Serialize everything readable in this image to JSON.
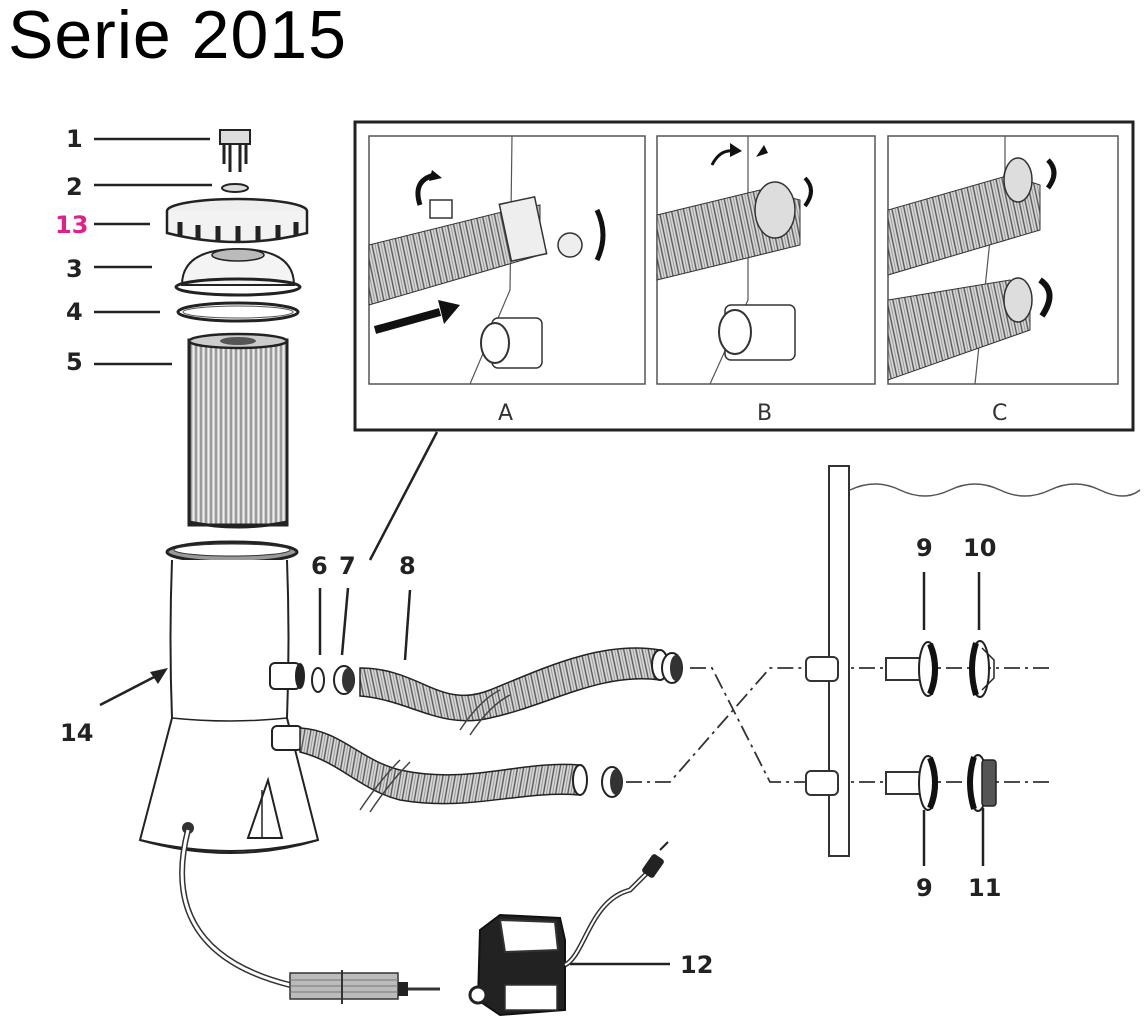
{
  "title": "Serie 2015",
  "highlight_color": "#e0208a",
  "callouts": [
    {
      "id": "1",
      "label": "1",
      "part": "drain plug"
    },
    {
      "id": "2",
      "label": "2",
      "part": "o-ring"
    },
    {
      "id": "13",
      "label": "13",
      "part": "lid nut",
      "highlighted": true
    },
    {
      "id": "3",
      "label": "3",
      "part": "filter cover"
    },
    {
      "id": "4",
      "label": "4",
      "part": "o-ring seal"
    },
    {
      "id": "5",
      "label": "5",
      "part": "filter cartridge"
    },
    {
      "id": "6",
      "label": "6",
      "part": "washer"
    },
    {
      "id": "7",
      "label": "7",
      "part": "hose clamp"
    },
    {
      "id": "8",
      "label": "8",
      "part": "hose"
    },
    {
      "id": "9a",
      "label": "9",
      "part": "strainer connector"
    },
    {
      "id": "10",
      "label": "10",
      "part": "strainer grid"
    },
    {
      "id": "9b",
      "label": "9",
      "part": "strainer connector"
    },
    {
      "id": "11",
      "label": "11",
      "part": "flow regulator"
    },
    {
      "id": "12",
      "label": "12",
      "part": "pump motor"
    },
    {
      "id": "14",
      "label": "14",
      "part": "pump housing"
    }
  ],
  "inset": {
    "panels": [
      {
        "label": "A",
        "step": "push hose onto connector"
      },
      {
        "label": "B",
        "step": "position clamp"
      },
      {
        "label": "C",
        "step": "tighten clamp"
      }
    ]
  }
}
